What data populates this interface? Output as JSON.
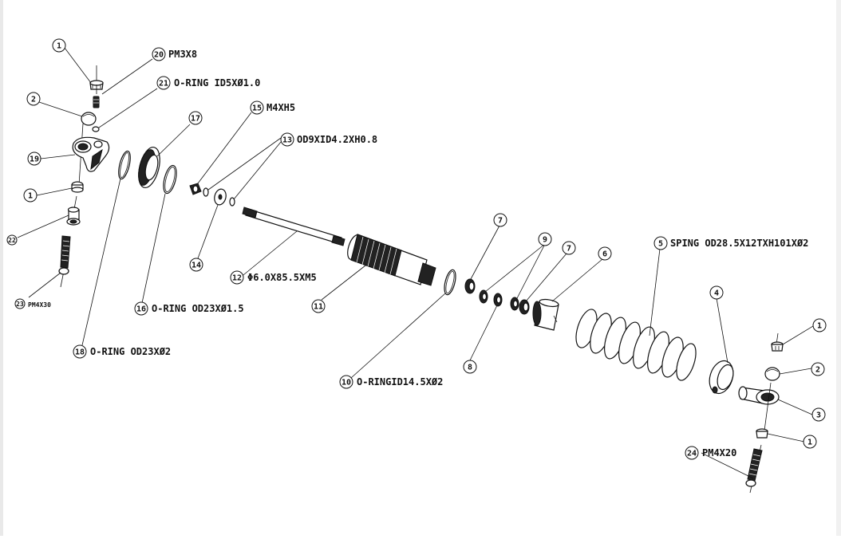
{
  "callouts": [
    {
      "id": "c1a",
      "num": "1",
      "text": ""
    },
    {
      "id": "c20",
      "num": "20",
      "text": "PM3X8"
    },
    {
      "id": "c21",
      "num": "21",
      "text": "O-RING ID5XØ1.0"
    },
    {
      "id": "c2a",
      "num": "2",
      "text": ""
    },
    {
      "id": "c17",
      "num": "17",
      "text": ""
    },
    {
      "id": "c15",
      "num": "15",
      "text": "M4XH5"
    },
    {
      "id": "c13",
      "num": "13",
      "text": "OD9XID4.2XH0.8"
    },
    {
      "id": "c19",
      "num": "19",
      "text": ""
    },
    {
      "id": "c1b",
      "num": "1",
      "text": ""
    },
    {
      "id": "c22",
      "num": "22",
      "text": ""
    },
    {
      "id": "c14",
      "num": "14",
      "text": ""
    },
    {
      "id": "c12",
      "num": "12",
      "text": "Φ6.0X85.5XM5"
    },
    {
      "id": "c16",
      "num": "16",
      "text": "O-RING OD23XØ1.5"
    },
    {
      "id": "c11",
      "num": "11",
      "text": ""
    },
    {
      "id": "c23",
      "num": "23",
      "text": "PM4X30"
    },
    {
      "id": "c18",
      "num": "18",
      "text": "O-RING OD23XØ2"
    },
    {
      "id": "c10",
      "num": "10",
      "text": "O-RINGID14.5XØ2"
    },
    {
      "id": "c7a",
      "num": "7",
      "text": ""
    },
    {
      "id": "c9",
      "num": "9",
      "text": ""
    },
    {
      "id": "c7b",
      "num": "7",
      "text": ""
    },
    {
      "id": "c6",
      "num": "6",
      "text": ""
    },
    {
      "id": "c8",
      "num": "8",
      "text": ""
    },
    {
      "id": "c5",
      "num": "5",
      "text": "SPING  OD28.5X12TXH101XØ2"
    },
    {
      "id": "c4",
      "num": "4",
      "text": ""
    },
    {
      "id": "c1c",
      "num": "1",
      "text": ""
    },
    {
      "id": "c2b",
      "num": "2",
      "text": ""
    },
    {
      "id": "c3",
      "num": "3",
      "text": ""
    },
    {
      "id": "c1d",
      "num": "1",
      "text": ""
    },
    {
      "id": "c24",
      "num": "24",
      "text": "PM4X20"
    }
  ]
}
